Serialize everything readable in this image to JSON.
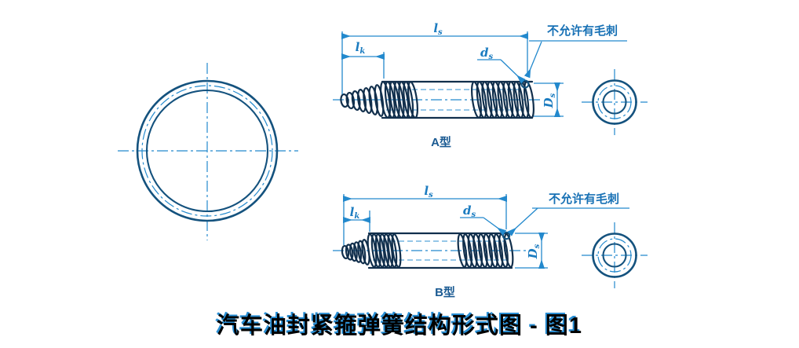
{
  "figure": {
    "caption": "汽车油封紧箍弹簧结构形式图 - 图1",
    "annotations": {
      "no_burr": "不允许有毛刺"
    },
    "types": {
      "a": "A型",
      "b": "B型"
    },
    "dimensions": {
      "free_length": {
        "base": "l",
        "sub": "s"
      },
      "end_length": {
        "base": "l",
        "sub": "k"
      },
      "wire_diameter": {
        "base": "d",
        "sub": "s"
      },
      "coil_diameter": {
        "base": "D",
        "sub": "s"
      }
    },
    "colors": {
      "line_blue": "#2389cd",
      "dark_line": "#112f4c",
      "circle_line": "#14527e",
      "text_blue": "#1c7cc0",
      "caption_text": "#000000",
      "caption_shadow": "#2a8fd4"
    }
  }
}
